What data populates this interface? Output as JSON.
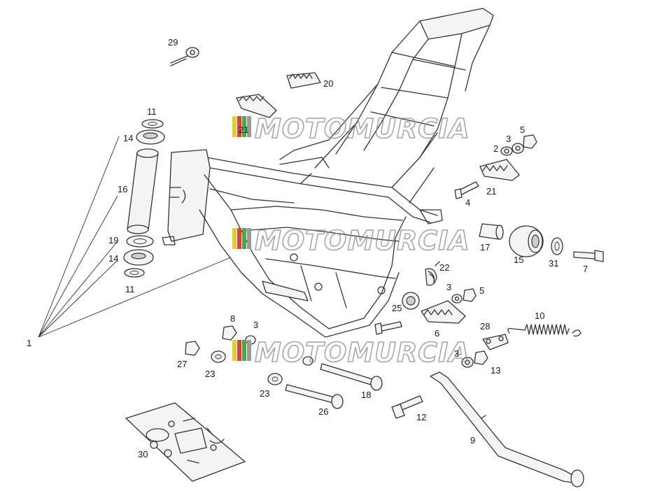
{
  "watermark": "MOTOMURCIA",
  "colors": {
    "stripe_yellow": "#e9c93a",
    "stripe_red": "#d9423a",
    "stripe_green": "#4fa64d",
    "stripe_gray": "#9a9a9a",
    "ink": "#333333"
  },
  "labels": [
    "29",
    "20",
    "21",
    "11",
    "14",
    "16",
    "19",
    "14",
    "11",
    "1",
    "2",
    "3",
    "5",
    "21",
    "4",
    "17",
    "15",
    "31",
    "7",
    "22",
    "3",
    "5",
    "25",
    "6",
    "10",
    "28",
    "8",
    "3",
    "27",
    "23",
    "13",
    "3",
    "23",
    "18",
    "26",
    "12",
    "9",
    "30"
  ]
}
